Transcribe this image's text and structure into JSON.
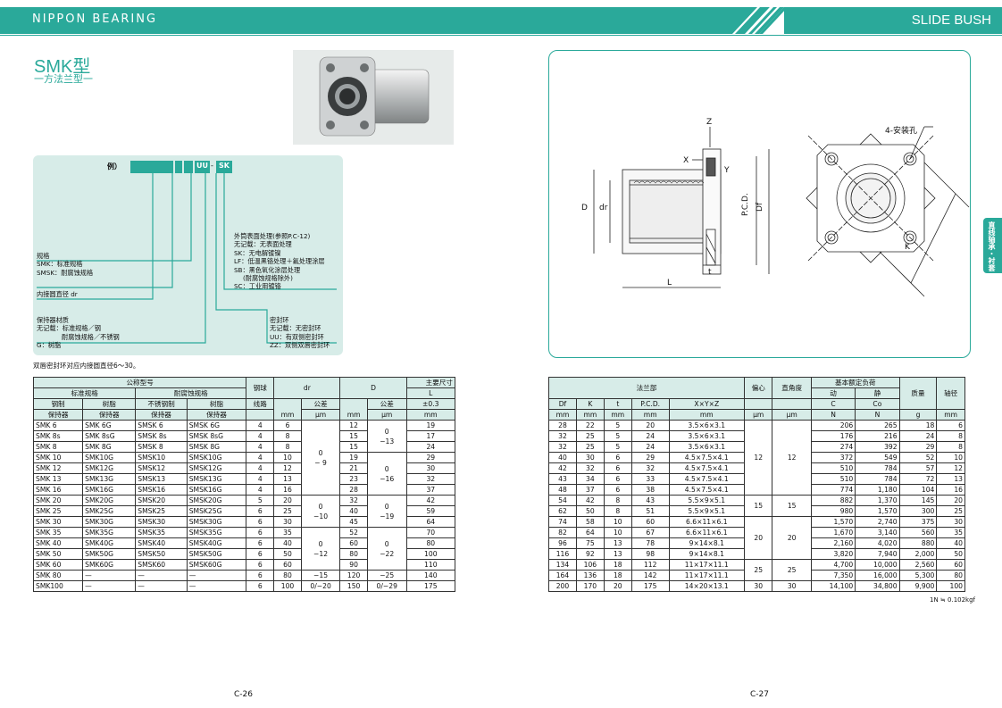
{
  "header": {
    "brand": "NIPPON BEARING",
    "section": "SLIDE BUSH"
  },
  "title": "SMK型",
  "subtitle": "一方法兰型一",
  "example": {
    "label": "例）",
    "seg_uu": "UU",
    "seg_sk": "SK",
    "left_notes": [
      "规格",
      "SMK：标准规格",
      "SMSK：耐腐蚀规格"
    ],
    "dr_note": "内接圆直径 dr",
    "retainer": [
      "保持器材质",
      "无记载：标准规格／钢",
      "耐腐蚀规格／不锈钢",
      "G：树脂"
    ],
    "surface": [
      "外筒表面处理(参照P.C-12)",
      "无记载：无表面处理",
      "SK：无电解镀镍",
      "LF：低温黑铬处理＋氟处理涂层",
      "SB：黑色氧化涂层处理",
      "(耐腐蚀规格除外)",
      "SC：工业用镀铬"
    ],
    "seal": [
      "密封环",
      "无记载：无密封环",
      "UU：有双侧密封环",
      "ZZ：双侧双唇密封环"
    ]
  },
  "note": "双唇密封环对应内接圆直径6～30。",
  "left_table": {
    "h_nominal": "公称型号",
    "h_std": "标准规格",
    "h_cor": "耐腐蚀规格",
    "h_steel": "钢制",
    "h_resin": "树脂",
    "h_ss": "不锈钢制",
    "h_resin2": "树脂",
    "h_holder": "保持器",
    "h_balls": "钢球",
    "h_lines": "线路",
    "h_dr": "dr",
    "h_D": "D",
    "h_tol": "公差",
    "h_main": "主要尺寸",
    "h_L": "L",
    "h_Ltol": "±0.3",
    "u_mm": "mm",
    "u_um": "μm",
    "rows": [
      [
        "SMK  6",
        "SMK  6G",
        "SMSK  6",
        "SMSK  6G",
        "4",
        "6",
        "12",
        "19"
      ],
      [
        "SMK  8s",
        "SMK  8sG",
        "SMSK  8s",
        "SMSK  8sG",
        "4",
        "8",
        "15",
        "17"
      ],
      [
        "SMK  8",
        "SMK  8G",
        "SMSK  8",
        "SMSK  8G",
        "4",
        "8",
        "15",
        "24"
      ],
      [
        "SMK  10",
        "SMK10G",
        "SMSK10",
        "SMSK10G",
        "4",
        "10",
        "19",
        "29"
      ],
      [
        "SMK  12",
        "SMK12G",
        "SMSK12",
        "SMSK12G",
        "4",
        "12",
        "21",
        "30"
      ],
      [
        "SMK  13",
        "SMK13G",
        "SMSK13",
        "SMSK13G",
        "4",
        "13",
        "23",
        "32"
      ],
      [
        "SMK  16",
        "SMK16G",
        "SMSK16",
        "SMSK16G",
        "4",
        "16",
        "28",
        "37"
      ],
      [
        "SMK  20",
        "SMK20G",
        "SMSK20",
        "SMSK20G",
        "5",
        "20",
        "32",
        "42"
      ],
      [
        "SMK  25",
        "SMK25G",
        "SMSK25",
        "SMSK25G",
        "6",
        "25",
        "40",
        "59"
      ],
      [
        "SMK  30",
        "SMK30G",
        "SMSK30",
        "SMSK30G",
        "6",
        "30",
        "45",
        "64"
      ],
      [
        "SMK  35",
        "SMK35G",
        "SMSK35",
        "SMSK35G",
        "6",
        "35",
        "52",
        "70"
      ],
      [
        "SMK  40",
        "SMK40G",
        "SMSK40",
        "SMSK40G",
        "6",
        "40",
        "60",
        "80"
      ],
      [
        "SMK  50",
        "SMK50G",
        "SMSK50",
        "SMSK50G",
        "6",
        "50",
        "80",
        "100"
      ],
      [
        "SMK  60",
        "SMK60G",
        "SMSK60",
        "SMSK60G",
        "6",
        "60",
        "90",
        "110"
      ],
      [
        "SMK  80",
        "—",
        "—",
        "—",
        "6",
        "80",
        "120",
        "140"
      ],
      [
        "SMK100",
        "—",
        "—",
        "—",
        "6",
        "100",
        "150",
        "175"
      ]
    ],
    "dr_tol": [
      {
        "upper": "0",
        "lower": "− 9"
      },
      {
        "upper": "0",
        "lower": "−10"
      },
      {
        "upper": "0",
        "lower": "−12"
      },
      {
        "upper": "−15"
      },
      {
        "upper": "0/−20"
      }
    ],
    "D_tol": [
      {
        "upper": "0",
        "lower": "−13"
      },
      {
        "upper": "0",
        "lower": "−16"
      },
      {
        "upper": "0",
        "lower": "−19"
      },
      {
        "upper": "0",
        "lower": "−22"
      },
      {
        "upper": "−25"
      },
      {
        "upper": "0/−29"
      }
    ],
    "D_tol_extra": "0"
  },
  "right_table": {
    "h_flange": "法兰部",
    "h_ecc": "偏心",
    "h_perp": "直角度",
    "h_load": "基本额定负荷",
    "h_dyn": "动",
    "h_sta": "静",
    "h_mass": "质量",
    "h_shaft": "轴径",
    "cols": [
      "Df",
      "K",
      "t",
      "P.C.D.",
      "X×Y×Z"
    ],
    "h_C": "C",
    "h_Co": "Co",
    "units": [
      "mm",
      "mm",
      "mm",
      "mm",
      "mm",
      "μm",
      "μm",
      "N",
      "N",
      "g",
      "mm"
    ],
    "rows": [
      [
        "28",
        "22",
        "5",
        "20",
        "3.5×6×3.1",
        "206",
        "265",
        "18",
        "6"
      ],
      [
        "32",
        "25",
        "5",
        "24",
        "3.5×6×3.1",
        "176",
        "216",
        "24",
        "8"
      ],
      [
        "32",
        "25",
        "5",
        "24",
        "3.5×6×3.1",
        "274",
        "392",
        "29",
        "8"
      ],
      [
        "40",
        "30",
        "6",
        "29",
        "4.5×7.5×4.1",
        "372",
        "549",
        "52",
        "10"
      ],
      [
        "42",
        "32",
        "6",
        "32",
        "4.5×7.5×4.1",
        "510",
        "784",
        "57",
        "12"
      ],
      [
        "43",
        "34",
        "6",
        "33",
        "4.5×7.5×4.1",
        "510",
        "784",
        "72",
        "13"
      ],
      [
        "48",
        "37",
        "6",
        "38",
        "4.5×7.5×4.1",
        "774",
        "1,180",
        "104",
        "16"
      ],
      [
        "54",
        "42",
        "8",
        "43",
        "5.5×9×5.1",
        "882",
        "1,370",
        "145",
        "20"
      ],
      [
        "62",
        "50",
        "8",
        "51",
        "5.5×9×5.1",
        "980",
        "1,570",
        "300",
        "25"
      ],
      [
        "74",
        "58",
        "10",
        "60",
        "6.6×11×6.1",
        "1,570",
        "2,740",
        "375",
        "30"
      ],
      [
        "82",
        "64",
        "10",
        "67",
        "6.6×11×6.1",
        "1,670",
        "3,140",
        "560",
        "35"
      ],
      [
        "96",
        "75",
        "13",
        "78",
        "9×14×8.1",
        "2,160",
        "4,020",
        "880",
        "40"
      ],
      [
        "116",
        "92",
        "13",
        "98",
        "9×14×8.1",
        "3,820",
        "7,940",
        "2,000",
        "50"
      ],
      [
        "134",
        "106",
        "18",
        "112",
        "11×17×11.1",
        "4,700",
        "10,000",
        "2,560",
        "60"
      ],
      [
        "164",
        "136",
        "18",
        "142",
        "11×17×11.1",
        "7,350",
        "16,000",
        "5,300",
        "80"
      ],
      [
        "200",
        "170",
        "20",
        "175",
        "14×20×13.1",
        "14,100",
        "34,800",
        "9,900",
        "100"
      ]
    ],
    "ecc_perp": [
      {
        "ecc": "12",
        "perp": "12"
      },
      {
        "ecc": "15",
        "perp": "15"
      },
      {
        "ecc": "20",
        "perp": "20"
      },
      {
        "ecc": "25",
        "perp": "25"
      },
      {
        "ecc": "30",
        "perp": "30"
      }
    ],
    "unit_note": "1N ≒ 0.102kgf"
  },
  "diagram": {
    "labels": [
      "Z",
      "X",
      "Y",
      "D",
      "dr",
      "P.C.D.",
      "Df",
      "t",
      "L",
      "4-安装孔",
      "K"
    ]
  },
  "side_tab": "直线轴承・衬套",
  "page_left": "C-26",
  "page_right": "C-27"
}
